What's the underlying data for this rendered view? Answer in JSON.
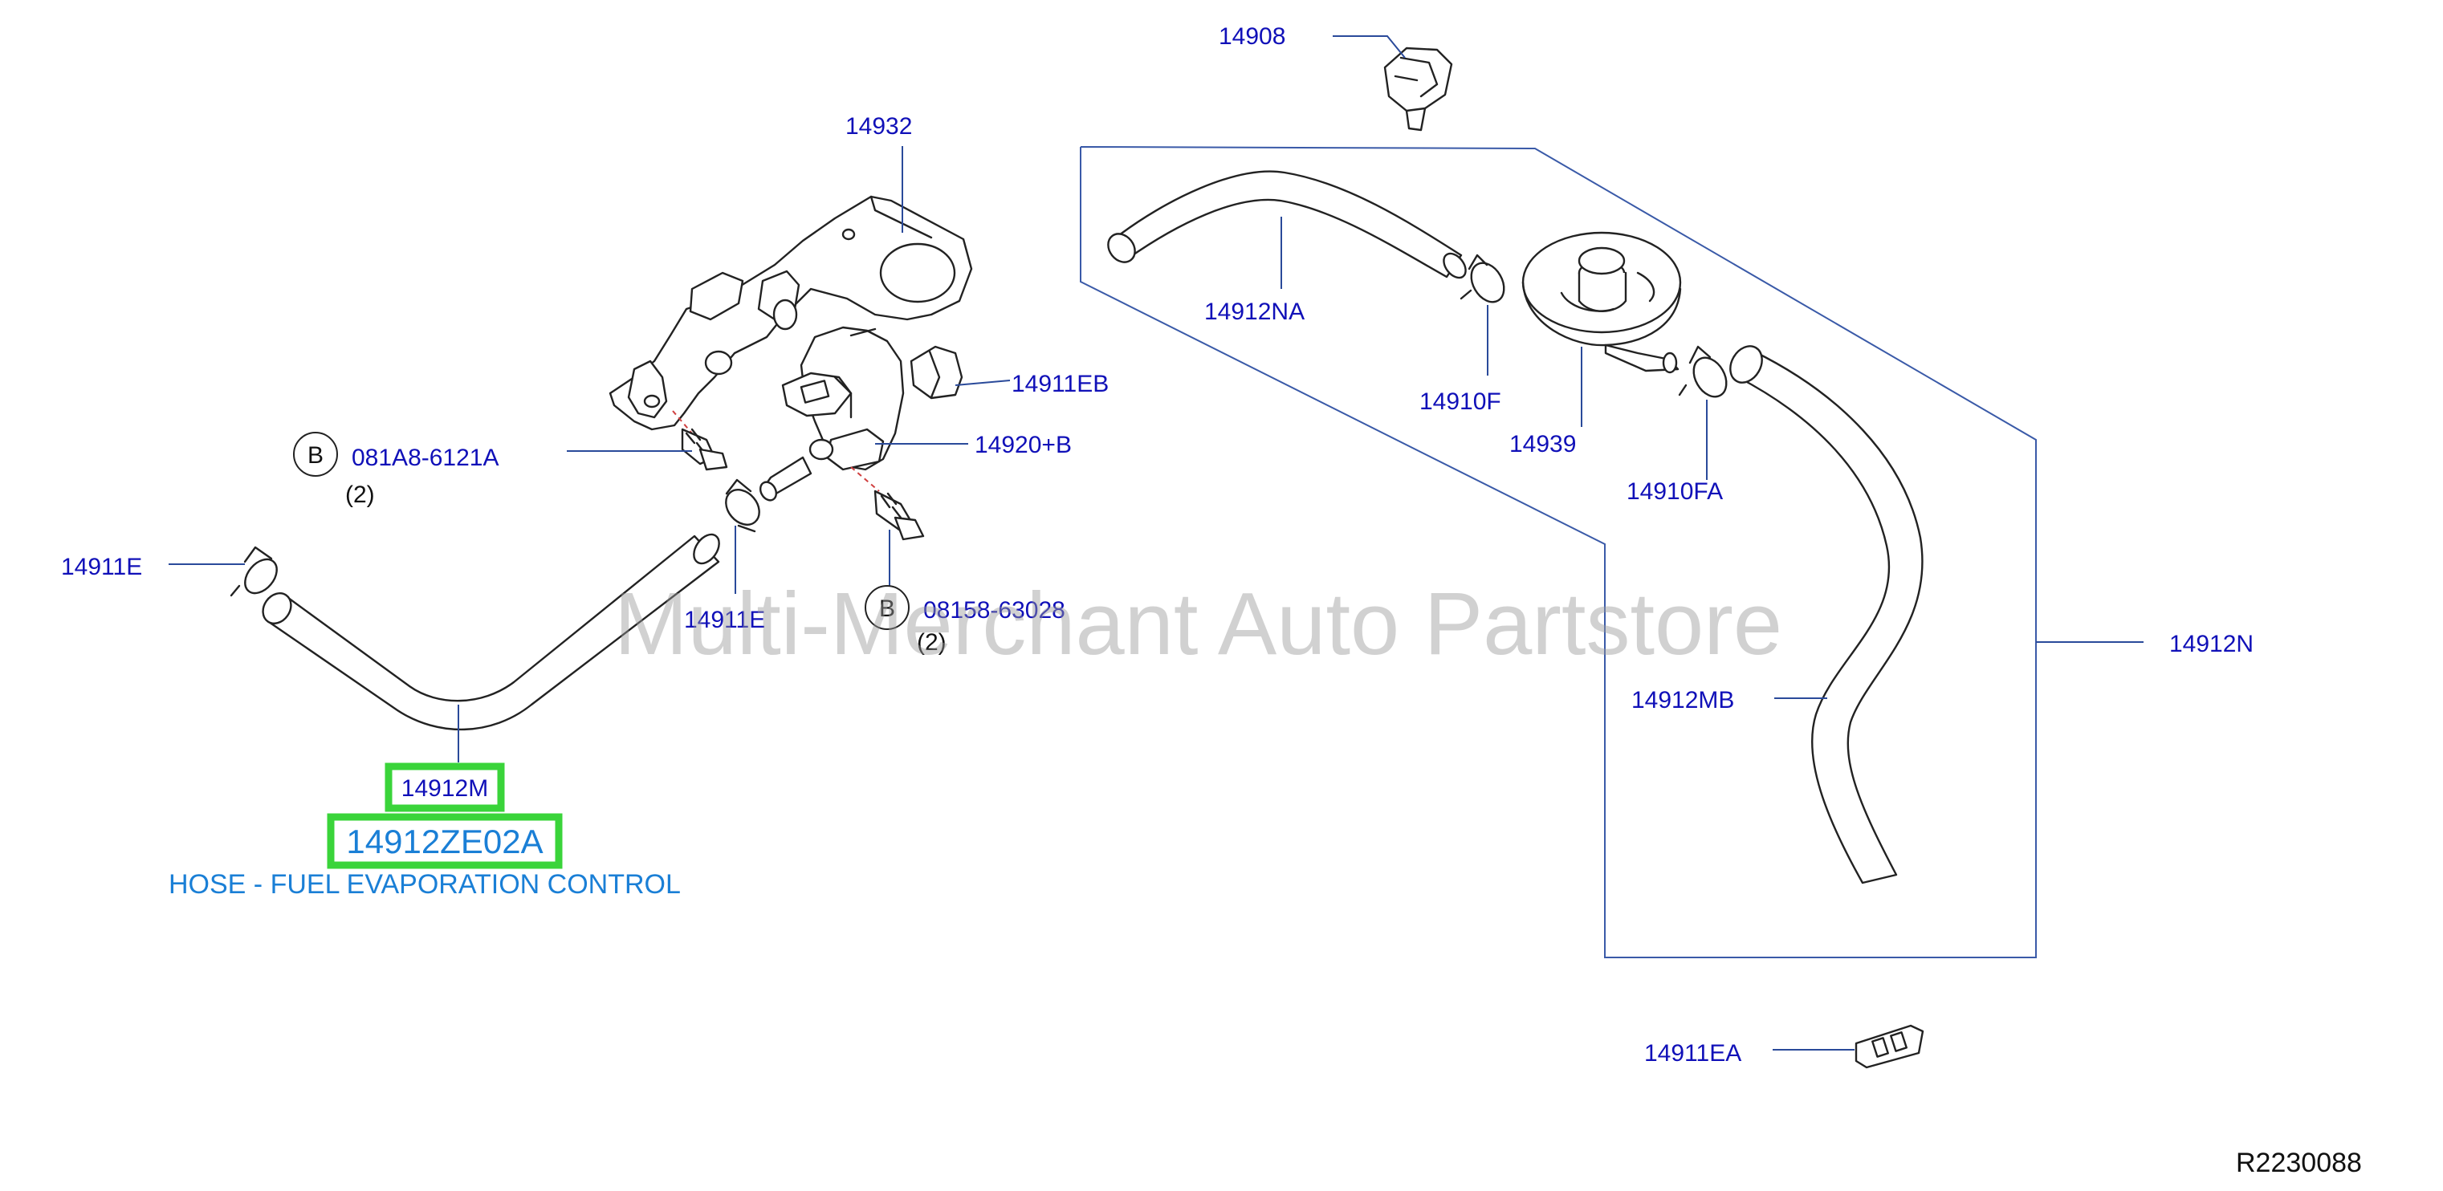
{
  "watermark": "Multi-Merchant Auto Partstore",
  "diagram_ref": "R2230088",
  "callouts": {
    "c14908": "14908",
    "c14932": "14932",
    "c14912NA": "14912NA",
    "c14911EB": "14911EB",
    "c14910F": "14910F",
    "c14939": "14939",
    "c14920B": "14920+B",
    "c14910FA": "14910FA",
    "c081A8": "081A8-6121A",
    "c081A8_qty": "(2)",
    "c14911E_left": "14911E",
    "c14911E_mid": "14911E",
    "c08158": "08158-63028",
    "c08158_qty": "(2)",
    "c14912N": "14912N",
    "c14912MB": "14912MB",
    "c14912M": "14912M",
    "c14911EA": "14911EA",
    "bolt_symbol_1": "B",
    "bolt_symbol_2": "B"
  },
  "selected_part": {
    "callout": "14912M",
    "part_number": "14912ZE02A",
    "description": "HOSE - FUEL EVAPORATION CONTROL",
    "highlight_color": "#3ad43a"
  },
  "colors": {
    "callout_text": "#1010b8",
    "part_number_text": "#1a7fd6",
    "leader_line": "#2a4a9a",
    "highlight": "#3ad43a"
  }
}
